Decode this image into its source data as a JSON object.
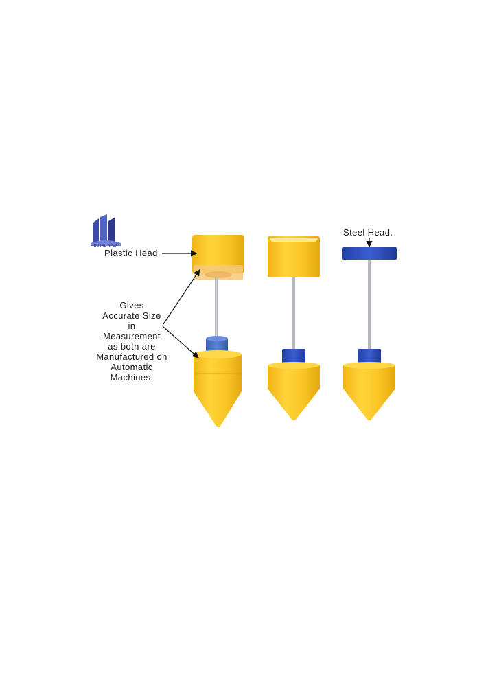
{
  "logo": {
    "brand_text": "ROYAL APEX",
    "color": "#2d3a8c"
  },
  "annotations": {
    "plastic_head": "Plastic Head.",
    "steel_head": "Steel Head.",
    "gives_lines": [
      "Gives",
      "Accurate Size",
      "in",
      "Measurement",
      "as both are",
      "Manufactured on",
      "Automatic",
      "Machines."
    ]
  },
  "colors": {
    "yellow": "#f6c21c",
    "yellow_dark": "#e3a810",
    "blue": "#2b4fb8",
    "wire": "#a9adb3",
    "arrow": "#111111"
  },
  "items": [
    {
      "name": "plumb-bob-plastic-head-exploded"
    },
    {
      "name": "plumb-bob-plastic-head"
    },
    {
      "name": "plumb-bob-steel-head"
    }
  ]
}
